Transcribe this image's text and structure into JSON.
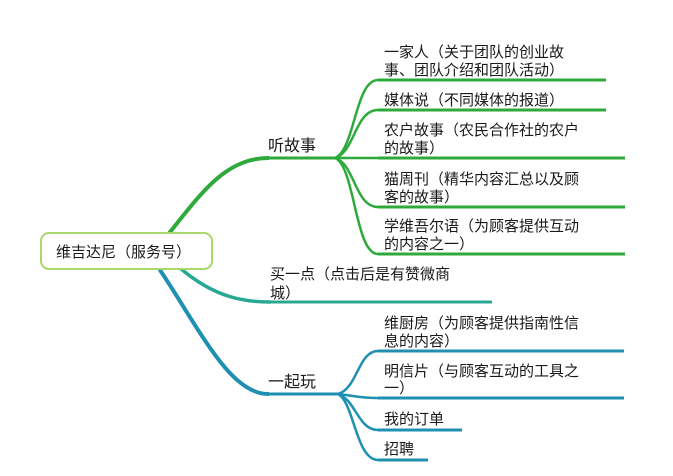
{
  "root": {
    "label": "维吉达尼（服务号）"
  },
  "branches": [
    {
      "label": "听故事",
      "color": "#2eaa3c",
      "children": [
        {
          "line1": "一家人（关于团队的创业故",
          "line2": "事、团队介绍和团队活动）"
        },
        {
          "line1": "媒体说（不同媒体的报道）",
          "line2": ""
        },
        {
          "line1": "农户故事（农民合作社的农户",
          "line2": "的故事）"
        },
        {
          "line1": "猫周刊（精华内容汇总以及顾",
          "line2": "客的故事）"
        },
        {
          "line1": "学维吾尔语（为顾客提供互动",
          "line2": "的内容之一）"
        }
      ]
    },
    {
      "label": "买一点",
      "line1": "买一点（点击后是有赞微商",
      "line2": "城）",
      "color": "#24a8b8"
    },
    {
      "label": "一起玩",
      "color": "#1f8fb2",
      "children": [
        {
          "line1": "维厨房（为顾客提供指南性信",
          "line2": "息的内容）"
        },
        {
          "line1": "明信片（与顾客互动的工具之",
          "line2": "一）"
        },
        {
          "line1": "我的订单",
          "line2": ""
        },
        {
          "line1": "招聘",
          "line2": ""
        }
      ]
    }
  ]
}
